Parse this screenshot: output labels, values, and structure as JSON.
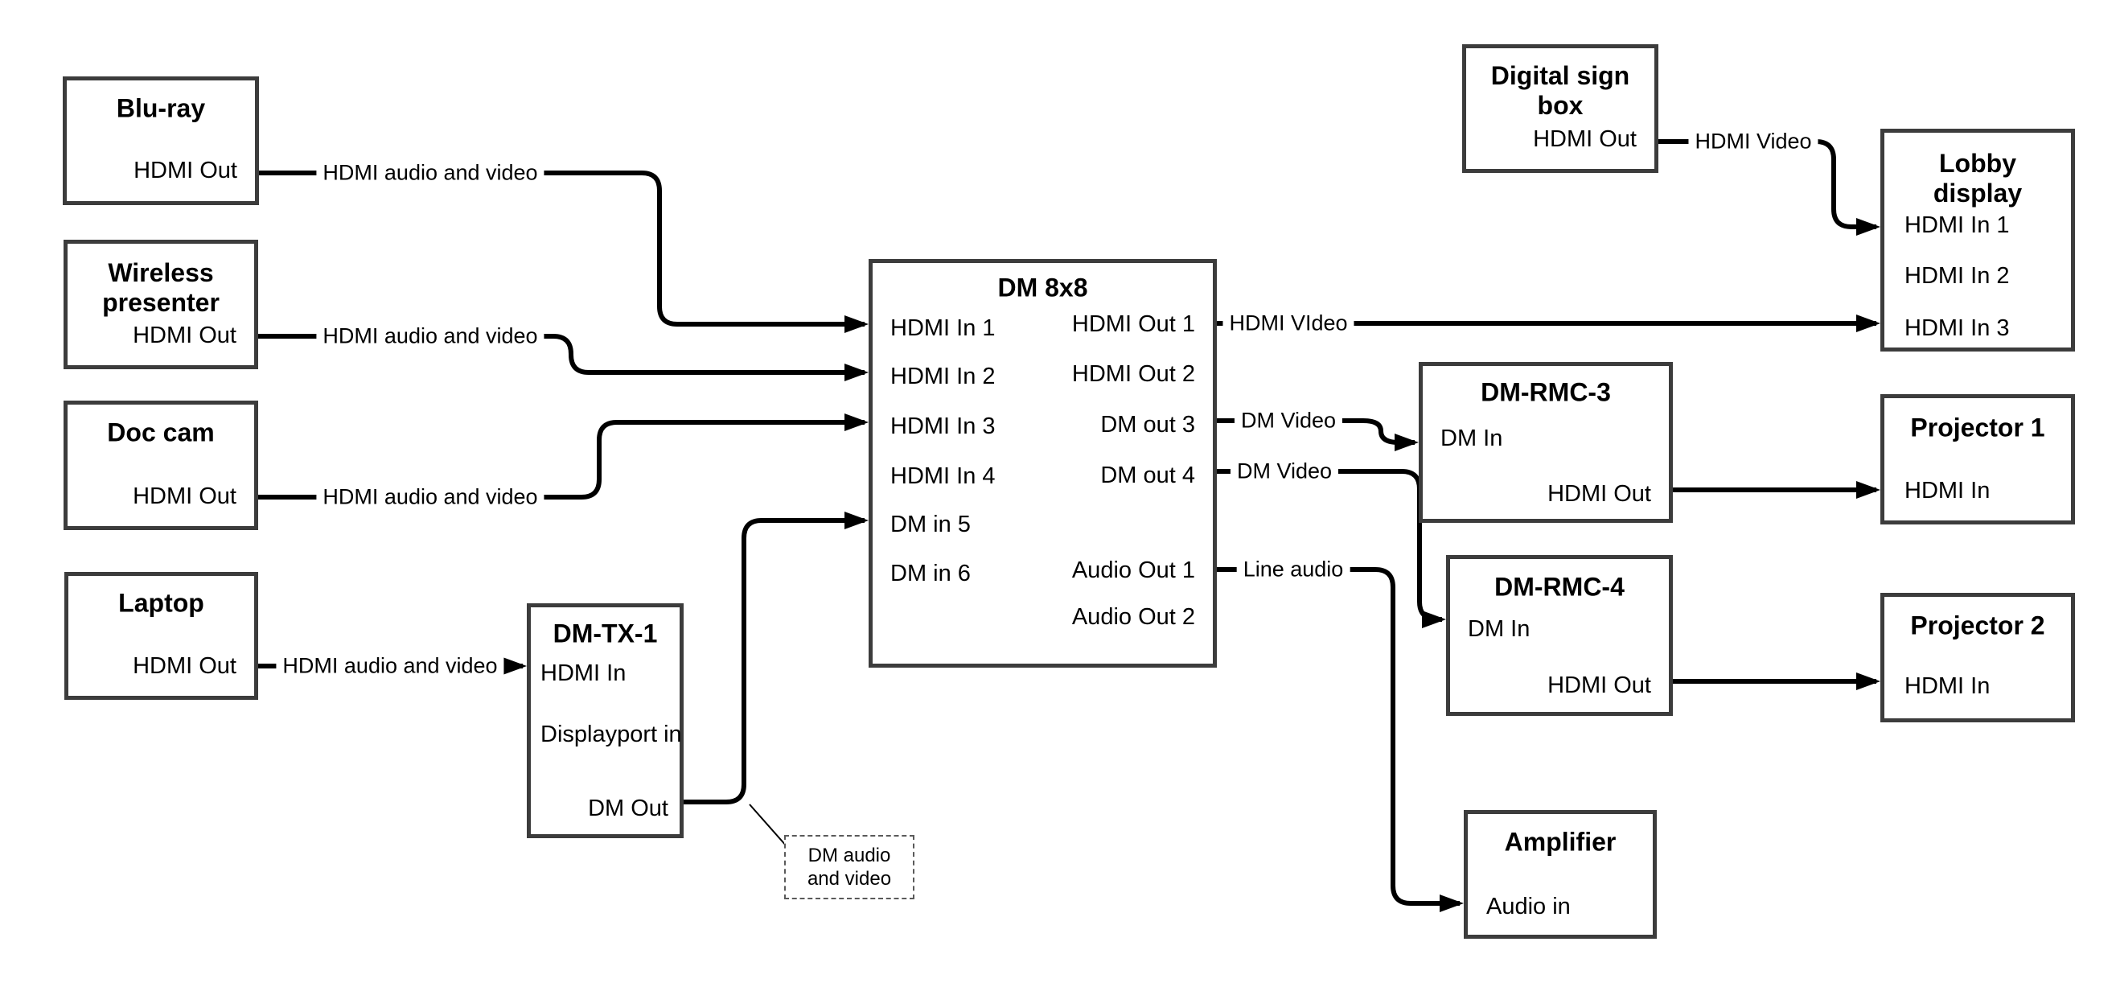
{
  "colors": {
    "box_border": "#3c3c3c",
    "connector": "#000000",
    "text": "#000000"
  },
  "boxes": {
    "bluray": {
      "title": "Blu-ray",
      "port": "HDMI Out"
    },
    "wireless": {
      "title": "Wireless presenter",
      "port": "HDMI Out"
    },
    "doccam": {
      "title": "Doc cam",
      "port": "HDMI Out"
    },
    "laptop": {
      "title": "Laptop",
      "port": "HDMI Out"
    },
    "digitalsign": {
      "title": "Digital sign box",
      "port": "HDMI Out"
    },
    "dmtx1": {
      "title": "DM-TX-1",
      "ports": [
        "HDMI In",
        "Displayport in",
        "DM Out"
      ]
    },
    "dm8x8": {
      "title": "DM 8x8",
      "inputs": [
        "HDMI In 1",
        "HDMI In 2",
        "HDMI In 3",
        "HDMI In 4",
        "DM in 5",
        "DM in 6"
      ],
      "outputs": [
        "HDMI Out 1",
        "HDMI Out 2",
        "DM out 3",
        "DM out 4",
        "Audio Out 1",
        "Audio Out 2"
      ]
    },
    "lobby": {
      "title": "Lobby display",
      "inputs": [
        "HDMI In 1",
        "HDMI In 2",
        "HDMI In 3"
      ]
    },
    "dmrmc3": {
      "title": "DM-RMC-3",
      "input": "DM In",
      "output": "HDMI Out"
    },
    "dmrmc4": {
      "title": "DM-RMC-4",
      "input": "DM In",
      "output": "HDMI Out"
    },
    "projector1": {
      "title": "Projector 1",
      "input": "HDMI In"
    },
    "projector2": {
      "title": "Projector 2",
      "input": "HDMI In"
    },
    "amplifier": {
      "title": "Amplifier",
      "input": "Audio in"
    }
  },
  "edge_labels": {
    "bluray_av": "HDMI audio and video",
    "wireless_av": "HDMI audio and video",
    "doccam_av": "HDMI audio and video",
    "laptop_av": "HDMI audio and video",
    "hdmi_out1": "HDMI VIdeo",
    "signbox": "HDMI Video",
    "dm_out3": "DM Video",
    "dm_out4": "DM Video",
    "line_audio": "Line audio"
  },
  "note": {
    "text": "DM audio and video"
  }
}
